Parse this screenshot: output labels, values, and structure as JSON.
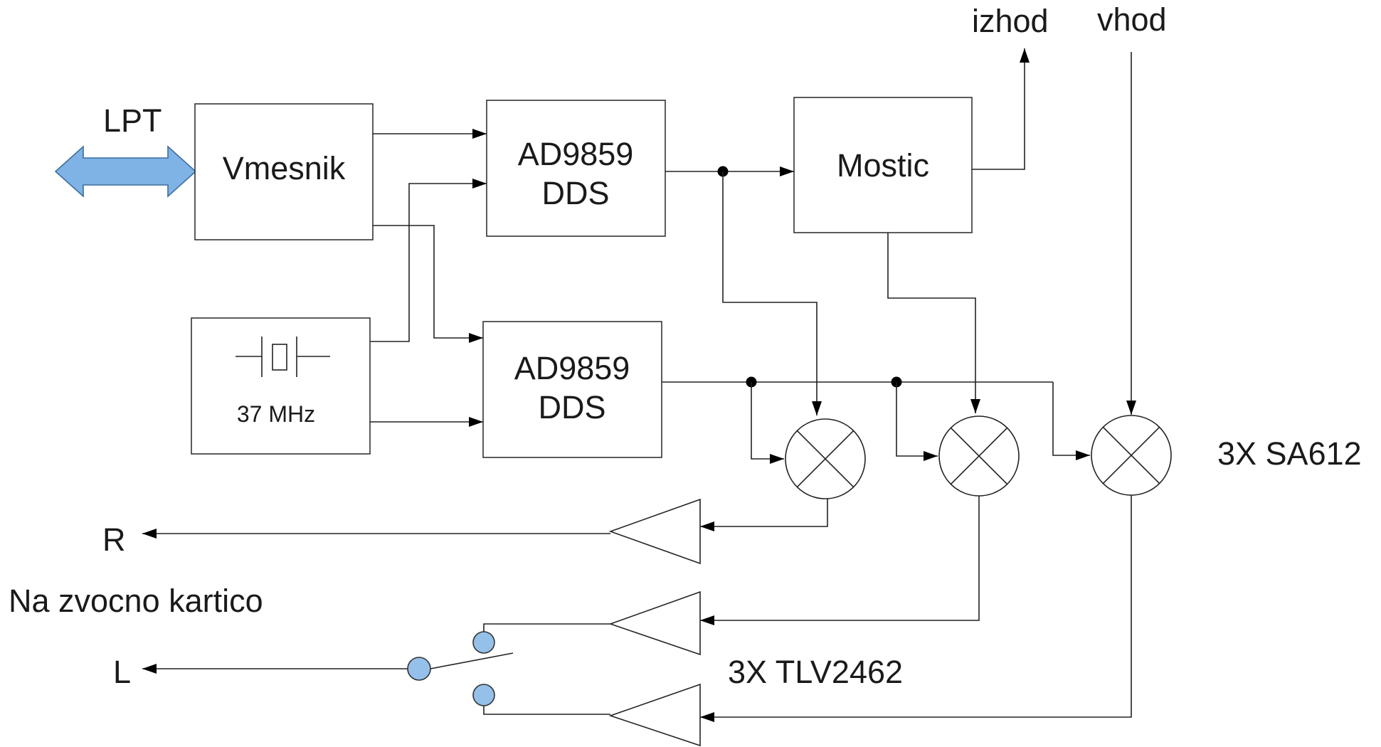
{
  "labels": {
    "lpt": "LPT",
    "izhod": "izhod",
    "vhod": "vhod",
    "r": "R",
    "l": "L",
    "na_zvocno_kartico": "Na zvocno kartico",
    "mixers_note": "3X SA612",
    "amps_note": "3X TLV2462"
  },
  "blocks": {
    "vmesnik": "Vmesnik",
    "dds1_line1": "AD9859",
    "dds1_line2": "DDS",
    "dds2_line1": "AD9859",
    "dds2_line2": "DDS",
    "mostic": "Mostic",
    "crystal": "37 MHz"
  },
  "colors": {
    "lpt_arrow": "#7fb2e5",
    "switch_contacts": "#94c0ea"
  }
}
